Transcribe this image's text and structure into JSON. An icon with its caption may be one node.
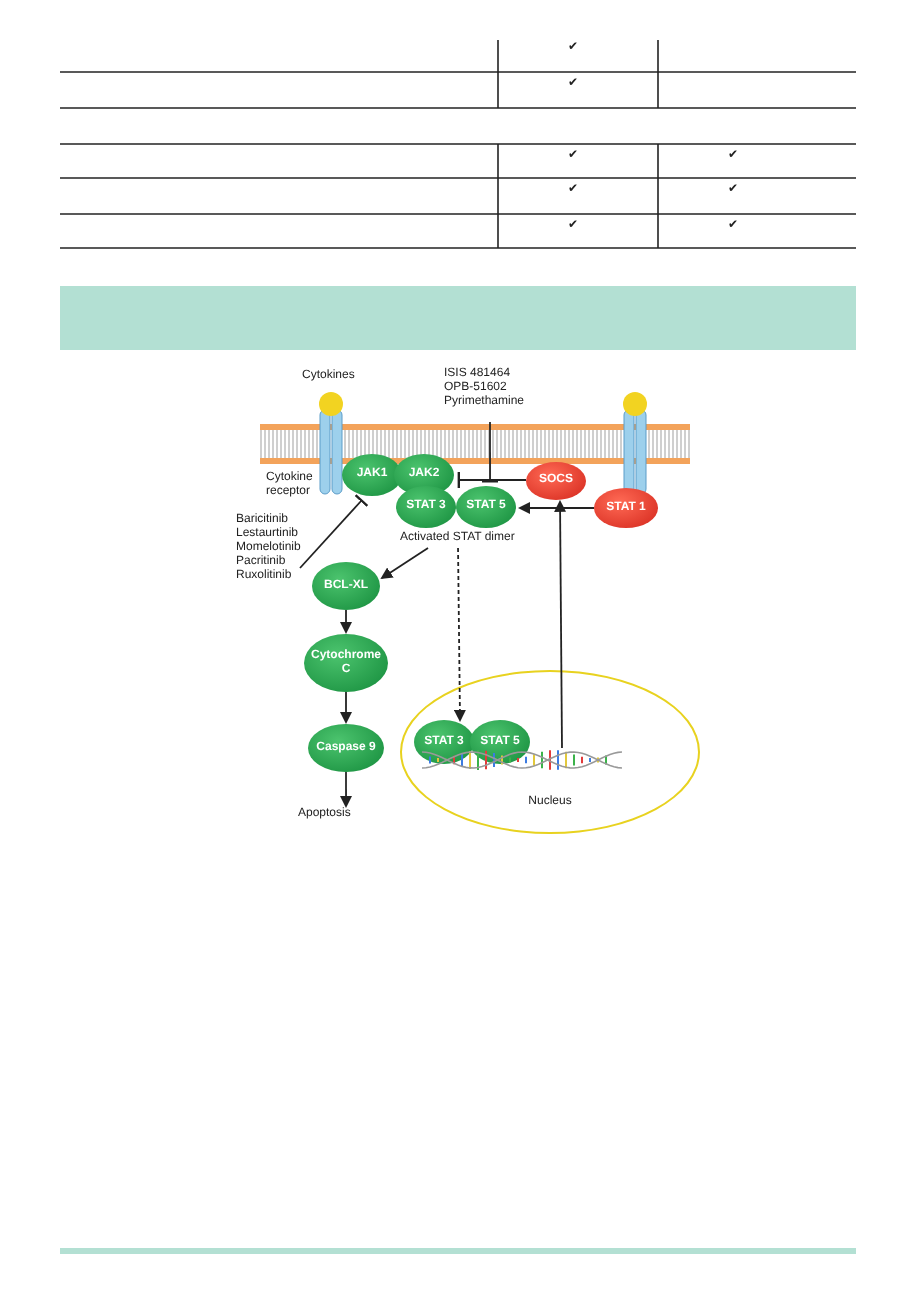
{
  "diagram": {
    "nodes": [
      {
        "text": [
          "ISIS 481464",
          "OPB-51602",
          "Pyrimethamine"
        ]
      },
      {
        "text": [
          "JAK1"
        ]
      },
      {
        "text": [
          "JAK2"
        ]
      },
      {
        "text": [
          "SOCS"
        ]
      },
      {
        "text": [
          "STAT 3"
        ]
      },
      {
        "text": [
          "STAT 5"
        ]
      },
      {
        "text": [
          "STAT 1"
        ]
      },
      {
        "text": [
          "Activated STAT dimer"
        ]
      },
      {
        "text": [
          "Baricitinib",
          "Lestaurtinib",
          "Momelotinib",
          "Pacritinib",
          "Ruxolitinib"
        ]
      },
      {
        "text": [
          "BCL-XL"
        ]
      },
      {
        "text": [
          "Cytochrome C"
        ]
      },
      {
        "text": [
          "Nucleus"
        ]
      },
      {
        "text": [
          "STAT 3"
        ],
        "in": 11
      },
      {
        "text": [
          "STAT 5"
        ],
        "in": 11
      },
      {
        "text": [],
        "shape": "picture",
        "in": 11
      },
      {
        "text": [
          "Caspase 9"
        ]
      },
      {
        "text": [
          "Apoptosis"
        ]
      }
    ],
    "edges": [
      {
        "from": 8,
        "to": 1,
        "arrow": "other"
      },
      {
        "from": 3,
        "to": 2,
        "arrow": "other"
      },
      {
        "from": 0,
        "to": 5,
        "arrow": "other"
      },
      {
        "from": 6,
        "to": 5,
        "arrow": "to"
      },
      {
        "from": 7,
        "to": 9,
        "arrow": "to"
      },
      {
        "from": 7,
        "to": 12,
        "arrow": "to",
        "style": "dashed"
      },
      {
        "from": 9,
        "to": 10,
        "arrow": "to"
      },
      {
        "from": 10,
        "to": 15,
        "arrow": "to"
      },
      {
        "from": 15,
        "to": 16,
        "arrow": "to"
      },
      {
        "from": 14,
        "to": 3,
        "arrow": "to"
      }
    ],
    "labels": [
      "✔",
      "✔",
      "✔",
      "✔",
      "✔",
      "✔",
      "✔",
      "✔",
      "Cytokines",
      "Cytokine receptor"
    ]
  }
}
